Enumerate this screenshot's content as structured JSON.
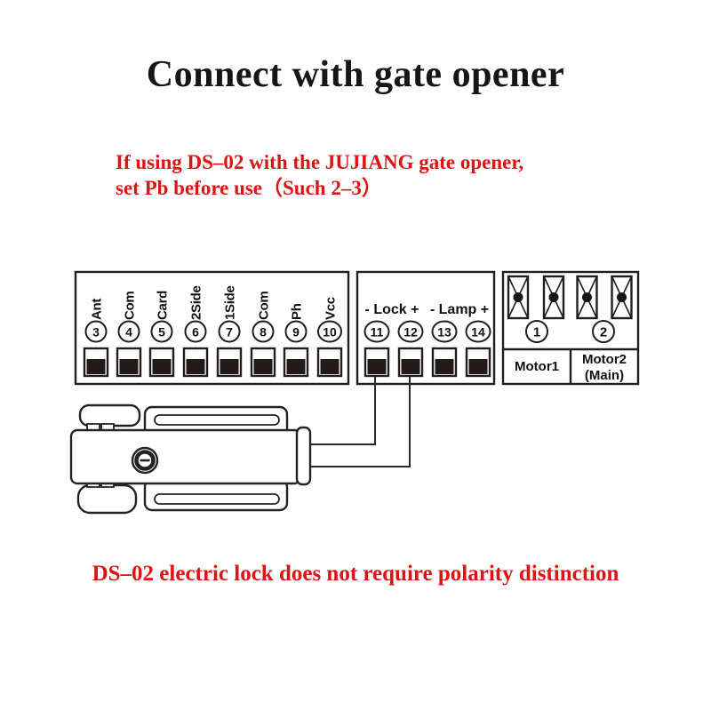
{
  "page": {
    "title": "Connect with gate opener",
    "note": {
      "line1": "If using DS–02 with the JUJIANG gate opener,",
      "line2": "set Pb before use（Such 2–3）"
    },
    "footer": "DS–02 electric lock does not require polarity distinction",
    "colors": {
      "accent_red": "#de1414",
      "line_black": "#1f1f1f",
      "terminal_fill": "#241b18"
    }
  },
  "diagram": {
    "control_board": {
      "columns": [
        {
          "label": "Ant",
          "num": "3"
        },
        {
          "label": "Com",
          "num": "4"
        },
        {
          "label": "Card",
          "num": "5"
        },
        {
          "label": "2Side",
          "num": "6"
        },
        {
          "label": "1Side",
          "num": "7"
        },
        {
          "label": "Com",
          "num": "8"
        },
        {
          "label": "Ph",
          "num": "9"
        },
        {
          "label": "Vcc",
          "num": "10"
        }
      ]
    },
    "lock_lamp_block": {
      "groups": [
        {
          "label": "- Lock +"
        },
        {
          "label": "- Lamp +"
        }
      ],
      "terminals": [
        {
          "num": "11"
        },
        {
          "num": "12"
        },
        {
          "num": "13"
        },
        {
          "num": "14"
        }
      ]
    },
    "motor_block": {
      "terminal1": {
        "num": "1",
        "label": "Motor1"
      },
      "terminal2": {
        "num": "2",
        "label_line1": "Motor2",
        "label_line2": "(Main)"
      }
    },
    "lock_wired_to_terminals": [
      "11",
      "12"
    ]
  }
}
